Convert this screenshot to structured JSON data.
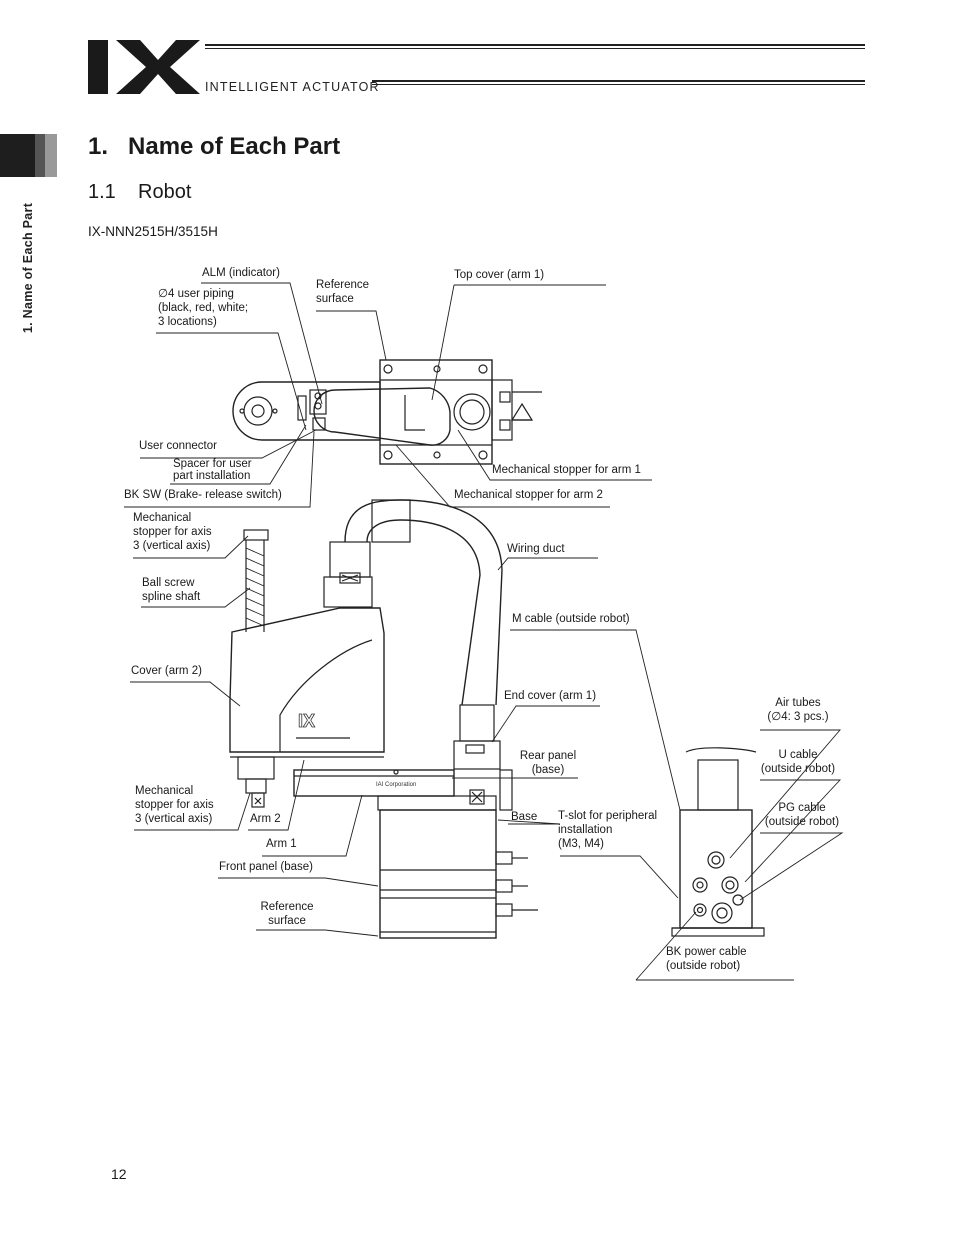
{
  "header": {
    "logo_text": "IX",
    "brand_text": "INTELLIGENT ACTUATOR"
  },
  "side_tab": {
    "label": "1. Name of Each Part"
  },
  "page": {
    "title": "1.   Name of Each Part",
    "section": "1.1    Robot",
    "model": "IX-NNN2515H/3515H",
    "number": "12"
  },
  "diagram": {
    "callouts": {
      "alm_indicator": "ALM (indicator)",
      "user_piping": [
        "∅4 user piping",
        "(black, red, white;",
        "3 locations)"
      ],
      "reference_surface_top": [
        "Reference",
        "surface"
      ],
      "top_cover": "Top cover (arm 1)",
      "user_connector": "User connector",
      "spacer": [
        "Spacer for user",
        "part installation"
      ],
      "bk_sw": "BK SW (Brake- release switch)",
      "mech_stopper_arm1": "Mechanical stopper for arm 1",
      "mech_stopper_arm2": "Mechanical stopper for arm 2",
      "mech_stopper_axis3_upper": [
        "Mechanical",
        "stopper for axis",
        "3 (vertical axis)"
      ],
      "wiring_duct": "Wiring duct",
      "ball_screw": [
        "Ball screw",
        "spline shaft"
      ],
      "m_cable": "M cable (outside robot)",
      "cover_arm2": "Cover (arm 2)",
      "end_cover": "End cover (arm 1)",
      "air_tubes": [
        "Air tubes",
        "(∅4: 3 pcs.)"
      ],
      "rear_panel": [
        "Rear panel",
        "(base)"
      ],
      "u_cable": [
        "U cable",
        "(outside robot)"
      ],
      "mech_stopper_axis3_lower": [
        "Mechanical",
        "stopper for axis",
        "3 (vertical axis)"
      ],
      "arm2": "Arm 2",
      "base": "Base",
      "t_slot": [
        "T-slot for peripheral",
        "installation",
        "(M3, M4)"
      ],
      "pg_cable": [
        "PG cable",
        "(outside robot)"
      ],
      "arm1": "Arm 1",
      "front_panel": "Front panel (base)",
      "reference_surface_bottom": [
        "Reference",
        "surface"
      ],
      "bk_power_cable": [
        "BK power cable",
        "(outside robot)"
      ]
    },
    "nameplate_text": "IAI Corporation"
  }
}
